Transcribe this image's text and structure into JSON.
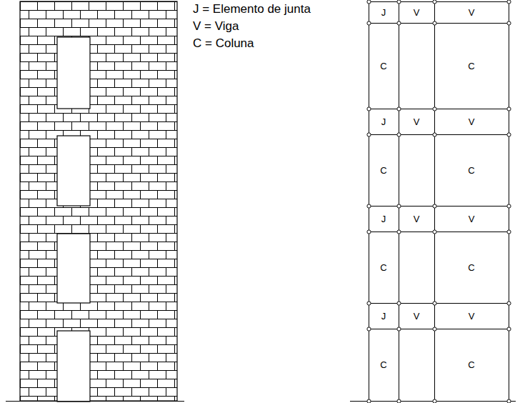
{
  "diagram": {
    "nodes": [
      {
        "text": [
          "J"
        ]
      },
      {
        "text": [
          "V"
        ]
      },
      {
        "text": [
          "V"
        ]
      },
      {
        "text": [
          "C"
        ]
      },
      {
        "text": [
          "C"
        ]
      },
      {
        "text": [
          "J"
        ]
      },
      {
        "text": [
          "V"
        ]
      },
      {
        "text": [
          "V"
        ]
      },
      {
        "text": [
          "C"
        ]
      },
      {
        "text": [
          "C"
        ]
      },
      {
        "text": [
          "J"
        ]
      },
      {
        "text": [
          "V"
        ]
      },
      {
        "text": [
          "V"
        ]
      },
      {
        "text": [
          "C"
        ]
      },
      {
        "text": [
          "C"
        ]
      },
      {
        "text": [
          "J"
        ]
      },
      {
        "text": [
          "V"
        ]
      },
      {
        "text": [
          "V"
        ]
      },
      {
        "text": [
          "C"
        ]
      },
      {
        "text": [
          "C"
        ]
      }
    ],
    "labels": [
      "J = Elemento de junta",
      "V = Viga",
      "C = Coluna"
    ]
  }
}
